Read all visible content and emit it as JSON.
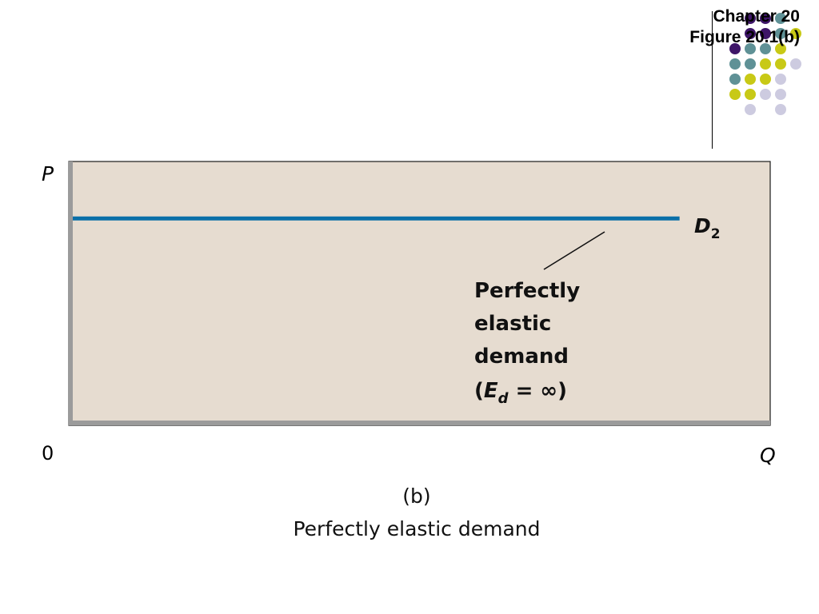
{
  "header": {
    "chapter": "Chapter 20",
    "figure": "Figure 20.1(b)"
  },
  "colors": {
    "panel_bg": "#e6dcd0",
    "demand_line": "#0a6fa8",
    "axis_gray": "#9b9b9b",
    "dot_purple": "#3e1668",
    "dot_teal": "#5f9196",
    "dot_yellow": "#c8c916",
    "dot_lavender": "#cdcbe0"
  },
  "chart_data": {
    "type": "line",
    "title": "",
    "xlabel": "Q",
    "ylabel": "P",
    "origin_label": "0",
    "xlim": [
      0,
      1
    ],
    "ylim": [
      0,
      1
    ],
    "grid": false,
    "series": [
      {
        "name": "D2",
        "label_main": "D",
        "label_sub": "2",
        "x": [
          0,
          0.87
        ],
        "y": [
          0.78,
          0.78
        ]
      }
    ],
    "annotation": {
      "lines": [
        "Perfectly",
        "elastic",
        "demand"
      ],
      "formula": {
        "open": "(",
        "symbol": "E",
        "sub": "d",
        "rest": " = ∞)"
      }
    },
    "panel_label": "(b)",
    "caption": "Perfectly elastic demand"
  }
}
